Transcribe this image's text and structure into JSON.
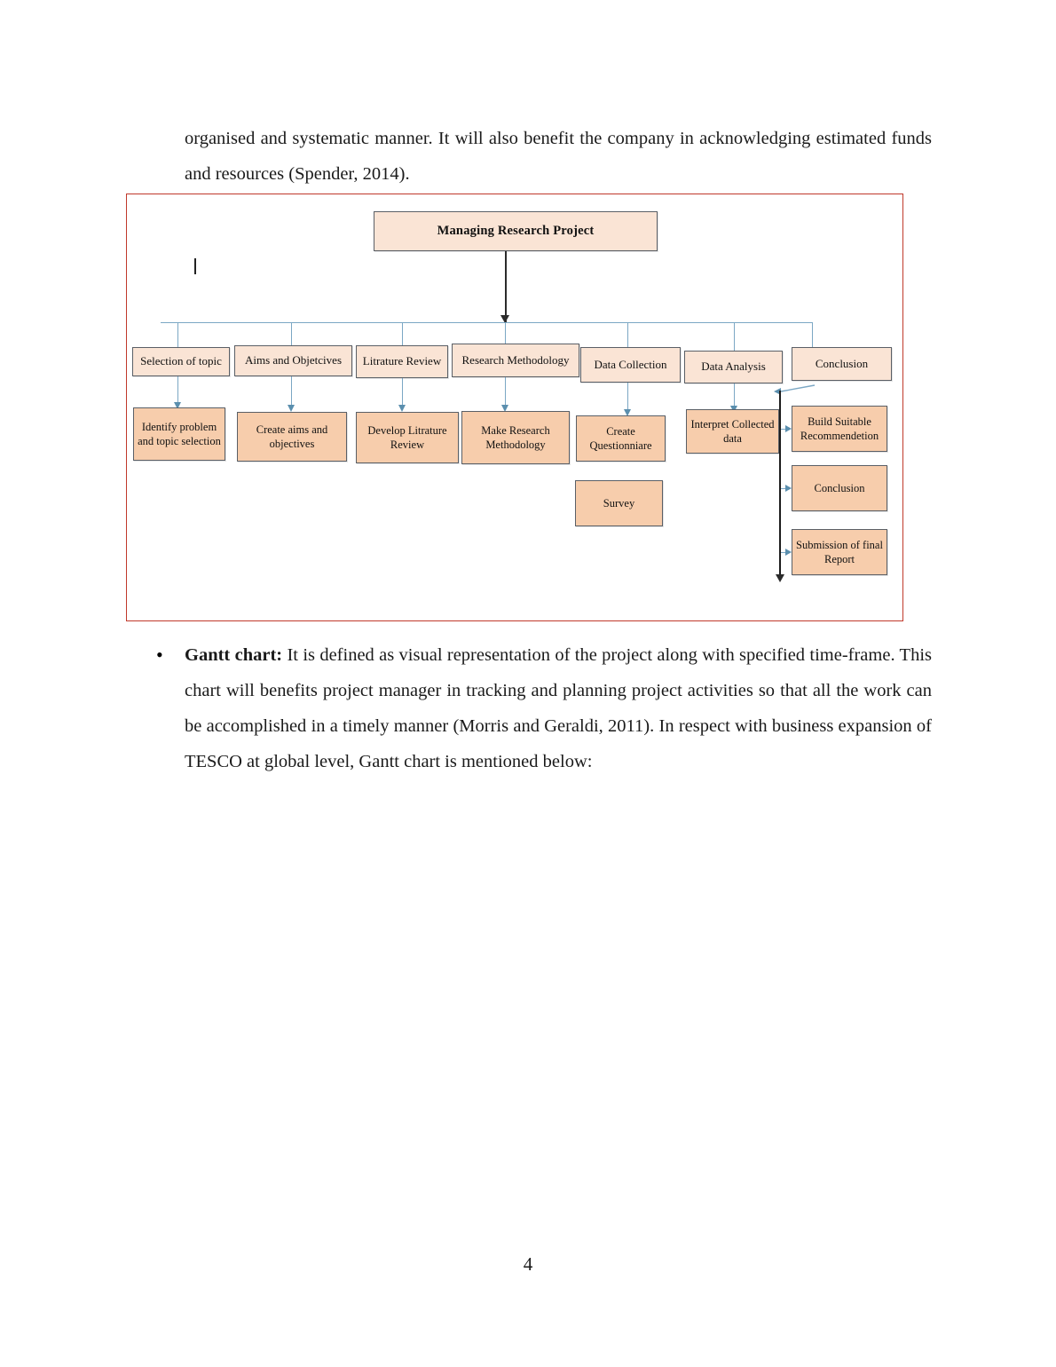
{
  "page": {
    "number": "4",
    "paragraph_top": "organised and systematic manner. It will also benefit the company in acknowledging estimated funds and resources (Spender, 2014).",
    "bullet": {
      "marker": "•",
      "lead": "Gantt chart:",
      "body": " It is defined as visual representation of the project along with specified time-frame. This chart will benefits project manager in tracking and planning project activities so that all the work can be accomplished in a timely manner (Morris and Geraldi, 2011). In respect with business expansion of TESCO at global level, Gantt chart is mentioned below:"
    }
  },
  "diagram": {
    "border_color": "#c0392b",
    "node_fill_light": "#fae4d5",
    "node_fill_mid": "#f7cdac",
    "node_border": "#5a5f66",
    "connector_color": "#7ba7c4",
    "trunk_color": "#2b2b2b",
    "root": {
      "label": "Managing Research Project"
    },
    "level2": [
      {
        "label": "Selection of topic"
      },
      {
        "label": "Aims and Objetcives"
      },
      {
        "label": "Litrature Review"
      },
      {
        "label": "Research Methodology"
      },
      {
        "label": "Data Collection"
      },
      {
        "label": "Data Analysis"
      },
      {
        "label": "Conclusion"
      }
    ],
    "level3": [
      {
        "label": "Identify problem and topic selection"
      },
      {
        "label": "Create aims and objectives"
      },
      {
        "label": "Develop Litrature Review"
      },
      {
        "label": "Make Research Methodology"
      },
      {
        "label": "Create Questionniare"
      },
      {
        "label": "Interpret Collected data"
      },
      {
        "label": "Build Suitable Recommendetion"
      }
    ],
    "extra": [
      {
        "label": "Survey"
      },
      {
        "label": "Conclusion"
      },
      {
        "label": "Submission of final Report"
      }
    ]
  }
}
